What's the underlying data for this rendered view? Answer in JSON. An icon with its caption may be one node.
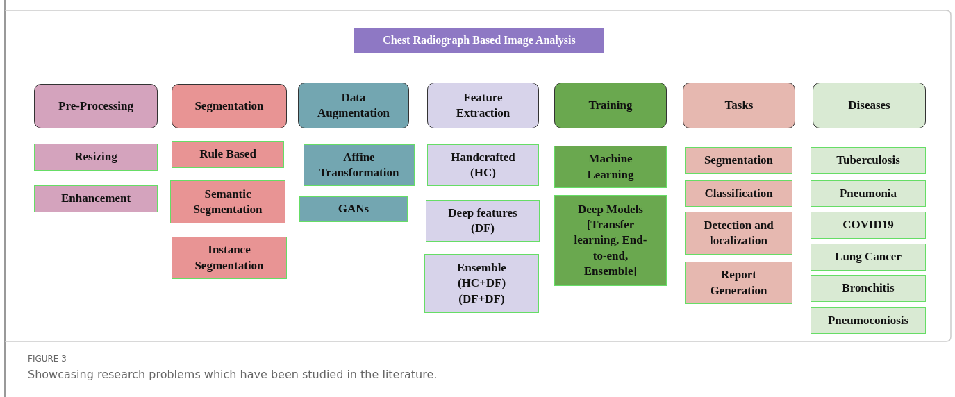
{
  "diagram": {
    "caption": "Showcasing research problems which have been studied in the literature.",
    "nodes": [
      {
        "text": [
          "Chest Radiograph Based Image Analysis"
        ]
      },
      {
        "text": [
          "Pre-Processing"
        ]
      },
      {
        "text": [
          "Resizing"
        ]
      },
      {
        "text": [
          "Enhancement"
        ]
      },
      {
        "text": [
          "Segmentation"
        ]
      },
      {
        "text": [
          "Rule Based"
        ]
      },
      {
        "text": [
          "Semantic Segmentation"
        ]
      },
      {
        "text": [
          "Instance Segmentation"
        ]
      },
      {
        "text": [
          "Data Augmentation"
        ]
      },
      {
        "text": [
          "Affine Transformation"
        ]
      },
      {
        "text": [
          "GANs"
        ]
      },
      {
        "text": [
          "Feature Extraction"
        ]
      },
      {
        "text": [
          "Handcrafted (HC)"
        ]
      },
      {
        "text": [
          "Deep features (DF)"
        ]
      },
      {
        "text": [
          "Ensemble (HC+DF) (DF+DF)"
        ]
      },
      {
        "text": [
          "Training"
        ]
      },
      {
        "text": [
          "Machine Learning"
        ]
      },
      {
        "text": [
          "Deep Models [Transfer learning, End-to-end, Ensemble]"
        ]
      },
      {
        "text": [
          "Tasks"
        ]
      },
      {
        "text": [
          "Segmentation"
        ]
      },
      {
        "text": [
          "Classification"
        ]
      },
      {
        "text": [
          "Detection and localization"
        ]
      },
      {
        "text": [
          "Report Generation"
        ]
      },
      {
        "text": [
          "Diseases"
        ]
      },
      {
        "text": [
          "Tuberculosis"
        ]
      },
      {
        "text": [
          "Pneumonia"
        ]
      },
      {
        "text": [
          "COVID19"
        ]
      },
      {
        "text": [
          "Lung Cancer"
        ]
      },
      {
        "text": [
          "Bronchitis"
        ]
      },
      {
        "text": [
          "Pneumoconiosis"
        ]
      }
    ],
    "labels": [
      "FIGURE 3"
    ]
  }
}
